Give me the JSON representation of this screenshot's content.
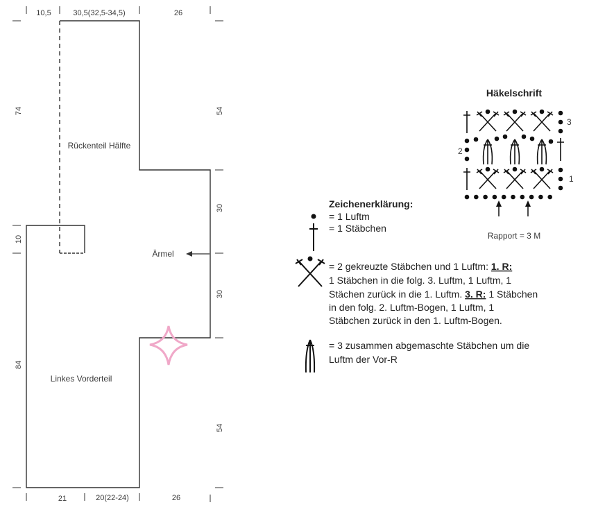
{
  "schematic": {
    "top_dims": [
      "10,5",
      "30,5(32,5-34,5)",
      "26"
    ],
    "bottom_dims": [
      "21",
      "20(22-24)",
      "26"
    ],
    "left_dims": [
      "74",
      "10",
      "84"
    ],
    "right_dims": [
      "54",
      "30",
      "30",
      "54"
    ],
    "back_label": "Rückenteil Hälfte",
    "sleeve_label": "Ärmel",
    "front_label": "Linkes Vorderteil"
  },
  "legend": {
    "title": "Zeichenerklärung:",
    "chain": "= 1 Luftm",
    "dc": "= 1 Stäbchen",
    "crossed": {
      "l1a": "= 2 gekreuzte Stäbchen und 1 Luftm: ",
      "r1": "1. R:",
      "l2": "1 Stäbchen in die folg. 3. Luftm, 1 Luftm, 1",
      "l3a": "Stächen zurück in die 1. Luftm. ",
      "r3": "3. R:",
      "l3b": " 1 Stäbchen",
      "l4": "in den folg. 2. Luftm-Bogen, 1 Luftm, 1",
      "l5": "Stäbchen zurück in den 1. Luftm-Bogen."
    },
    "cluster": {
      "l1": "= 3 zusammen abgemaschte Stäbchen um die",
      "l2": "Luftm der Vor-R"
    }
  },
  "chart": {
    "title": "Häkelschrift",
    "row_labels": [
      "1",
      "2",
      "3"
    ],
    "repeat": "Rapport = 3 M"
  },
  "colors": {
    "star": "#f0a8c8",
    "line": "#333333"
  }
}
